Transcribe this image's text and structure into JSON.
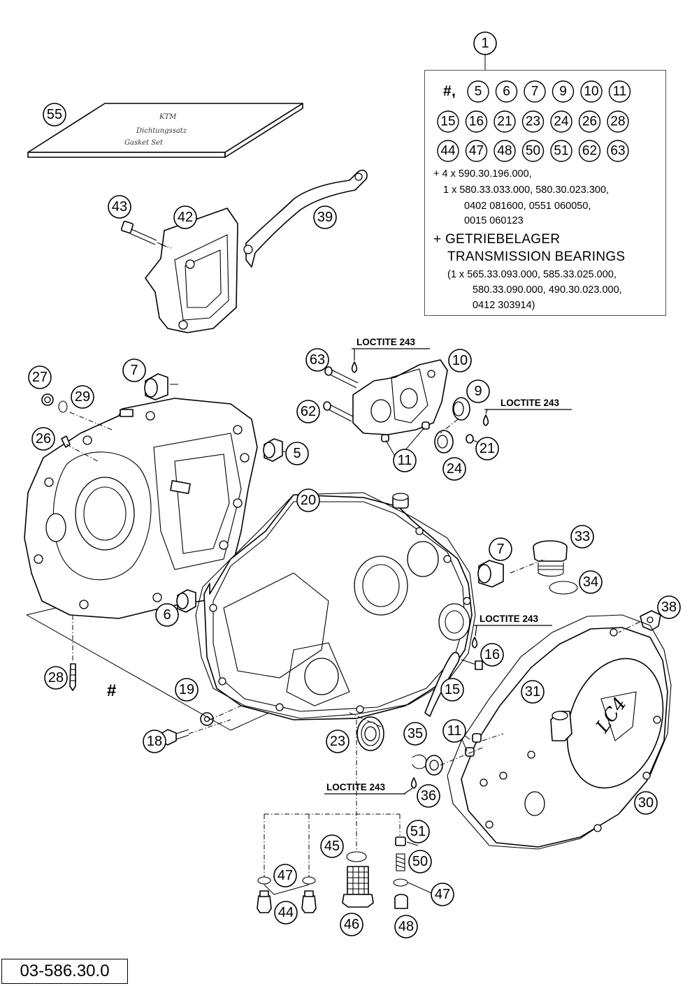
{
  "diagram": {
    "document_number": "03-586.30.0",
    "cover_logo_letters": "KTM",
    "gasket_kit_text": [
      "Dichtungssatz",
      "Gasket Set"
    ],
    "cover_badge": "LC4",
    "hash_symbol": "#",
    "loctite_labels": [
      "LOCTITE 243",
      "LOCTITE 243",
      "LOCTITE 243",
      "LOCTITE 243"
    ],
    "note_box": {
      "header_hash": "#,",
      "included_parts_row1": [
        "5",
        "6",
        "7",
        "9",
        "10",
        "11"
      ],
      "included_parts_row2": [
        "15",
        "16",
        "21",
        "23",
        "24",
        "26",
        "28"
      ],
      "included_parts_row3": [
        "44",
        "47",
        "48",
        "50",
        "51",
        "62",
        "63"
      ],
      "extra_lines": [
        "+ 4 x 590.30.196.000,",
        "1 x 580.33.033.000, 580.30.023.300,",
        "0402 081600, 0551 060050,",
        "0015 060123"
      ],
      "bearings_title_de": "+ GETRIEBELAGER",
      "bearings_title_en": "TRANSMISSION BEARINGS",
      "bearings_lines": [
        "(1 x 565.33.093.000, 585.33.025.000,",
        "580.33.090.000, 490.30.023.000,",
        "0412 303914)"
      ]
    },
    "callouts": {
      "c1": "1",
      "c55": "55",
      "c43": "43",
      "c42": "42",
      "c39": "39",
      "c63": "63",
      "c10": "10",
      "c9": "9",
      "c62": "62",
      "c21": "21",
      "c11a": "11",
      "c24": "24",
      "c27": "27",
      "c29": "29",
      "c7a": "7",
      "c26": "26",
      "c5": "5",
      "c20": "20",
      "c7b": "7",
      "c33": "33",
      "c34": "34",
      "c6": "6",
      "c38": "38",
      "c16": "16",
      "c28": "28",
      "c19": "19",
      "c15": "15",
      "c31": "31",
      "c18": "18",
      "c23": "23",
      "c35": "35",
      "c11b": "11",
      "c36": "36",
      "c30": "30",
      "c45": "45",
      "c51": "51",
      "c50": "50",
      "c47a": "47",
      "c47b": "47",
      "c44": "44",
      "c46": "46",
      "c48": "48"
    }
  }
}
